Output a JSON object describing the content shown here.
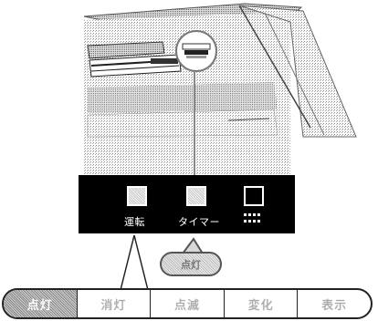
{
  "indicator_panel": {
    "lamps": [
      {
        "label": "運転",
        "state": "lit",
        "icon": "operation-lamp-icon"
      },
      {
        "label": "タイマー",
        "state": "lit",
        "icon": "timer-lamp-icon"
      },
      {
        "label": "",
        "state": "off",
        "icon": "clean-lamp-icon"
      }
    ]
  },
  "callout": {
    "label": "点灯"
  },
  "mode_tabs": [
    {
      "label": "点灯",
      "active": true
    },
    {
      "label": "消灯",
      "active": false
    },
    {
      "label": "点滅",
      "active": false
    },
    {
      "label": "変化",
      "active": false
    },
    {
      "label": "表示",
      "active": false
    }
  ],
  "colors": {
    "panel_background": "#000000",
    "lamp_border": "#ffffff",
    "tab_active_fill": "#9a9a9a",
    "tab_border": "#222222"
  }
}
